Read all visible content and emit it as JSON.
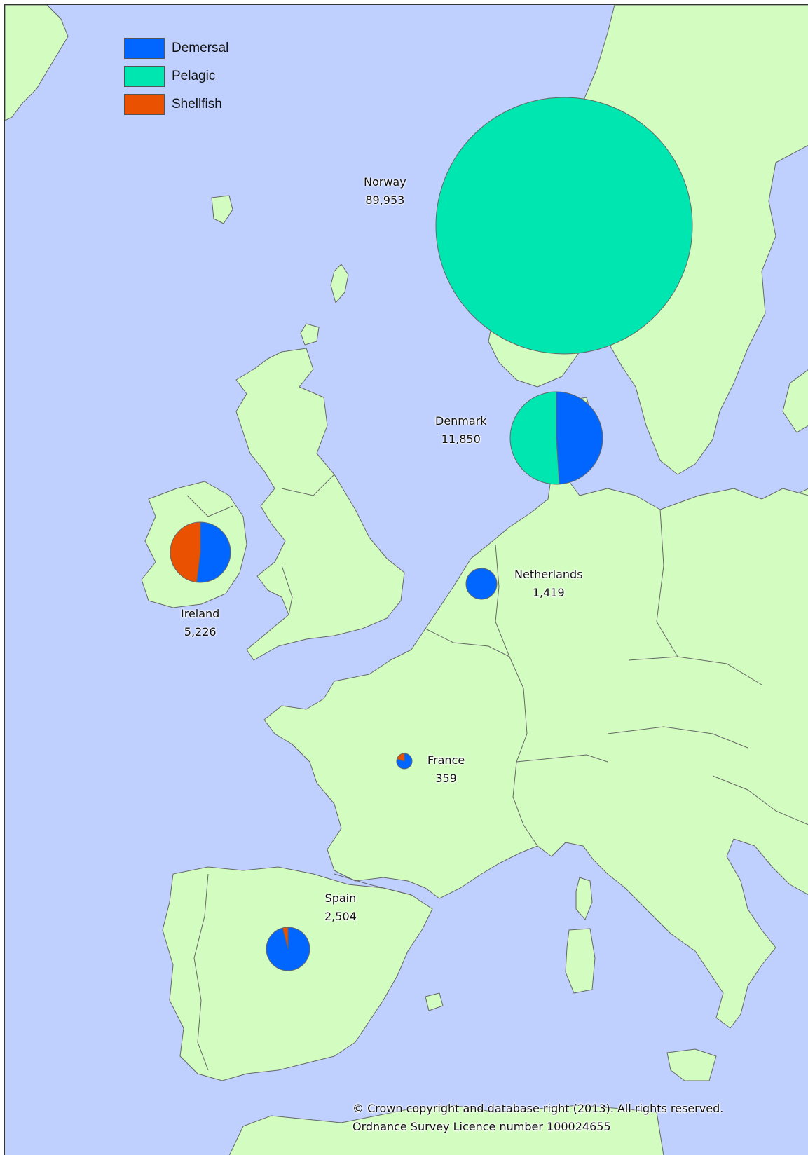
{
  "colors": {
    "sea": "#bfd0ff",
    "land": "#d3fdc0",
    "border": "#666666",
    "demersal": "#0066ff",
    "pelagic": "#00e6b0",
    "shellfish": "#ea5100"
  },
  "legend": [
    {
      "label": "Demersal",
      "color": "#0066ff"
    },
    {
      "label": "Pelagic",
      "color": "#00e6b0"
    },
    {
      "label": "Shellfish",
      "color": "#ea5100"
    }
  ],
  "countries": [
    {
      "name": "Norway",
      "value": "89,953",
      "shares": {
        "demersal": 0.0,
        "pelagic": 1.0,
        "shellfish": 0.0
      }
    },
    {
      "name": "Denmark",
      "value": "11,850",
      "shares": {
        "demersal": 0.49,
        "pelagic": 0.51,
        "shellfish": 0.0
      }
    },
    {
      "name": "Ireland",
      "value": "5,226",
      "shares": {
        "demersal": 0.52,
        "pelagic": 0.0,
        "shellfish": 0.48
      }
    },
    {
      "name": "Netherlands",
      "value": "1,419",
      "shares": {
        "demersal": 1.0,
        "pelagic": 0.0,
        "shellfish": 0.0
      }
    },
    {
      "name": "France",
      "value": "359",
      "shares": {
        "demersal": 0.8,
        "pelagic": 0.0,
        "shellfish": 0.2
      }
    },
    {
      "name": "Spain",
      "value": "2,504",
      "shares": {
        "demersal": 0.96,
        "pelagic": 0.0,
        "shellfish": 0.04
      }
    }
  ],
  "copyright": {
    "line1": "© Crown copyright and database right (2013). All rights reserved.",
    "line2": "Ordnance Survey Licence number 100024655"
  }
}
